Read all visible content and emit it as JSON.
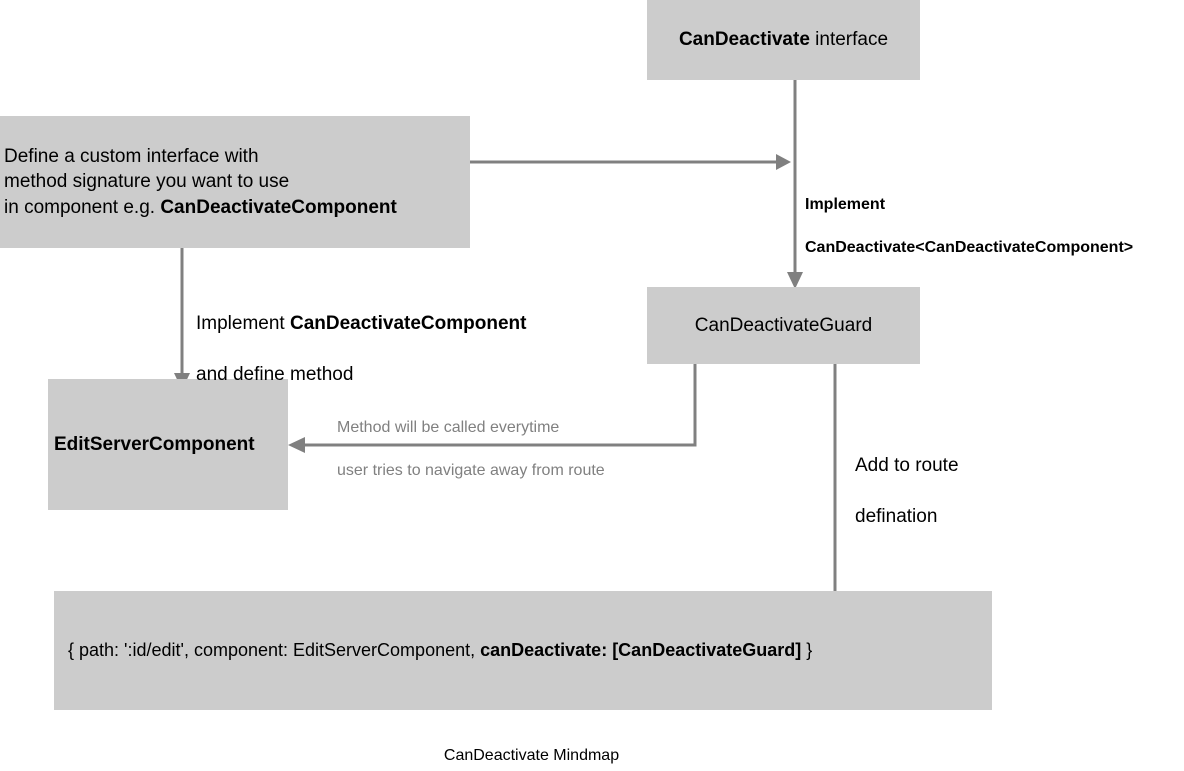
{
  "diagram": {
    "caption": "CanDeactivate Mindmap",
    "background": "#ffffff",
    "node_fill": "#cccccc",
    "connector_color": "#808080",
    "muted_text_color": "#808080",
    "text_color": "#000000",
    "nodes": {
      "interface": {
        "name": "CanDeactivate interface",
        "text_bold": "CanDeactivate",
        "text_normal": " interface"
      },
      "define_custom_interface": {
        "line1": "Define a custom interface with",
        "line2": "method signature you want to use",
        "line3_normal": "in component e.g. ",
        "line3_bold": "CanDeactivateComponent"
      },
      "guard": {
        "label": "CanDeactivateGuard"
      },
      "edit_server_component": {
        "label": "EditServerComponent"
      },
      "route_definition": {
        "normal_prefix": "{ path: ':id/edit', component: EditServerComponent, ",
        "bold_part": "canDeactivate: [CanDeactivateGuard]",
        "normal_suffix": " }"
      }
    },
    "labels": {
      "implement_generic": {
        "line1": "Implement",
        "line2": "CanDeactivate<CanDeactivateComponent>"
      },
      "implement_component": {
        "line1_normal": "Implement ",
        "line1_bold": "CanDeactivateComponent",
        "line2": "and define method"
      },
      "method_note": {
        "line1": "Method will be called everytime",
        "line2": "user tries to navigate away from route"
      },
      "add_to_route": {
        "line1": "Add to route",
        "line2": "defination"
      }
    },
    "connectors": [
      {
        "name": "define-to-implement-line",
        "from": "define_custom_interface",
        "to": "implement_generic_line",
        "style": "arrow-right"
      },
      {
        "name": "interface-to-guard",
        "from": "interface",
        "to": "guard",
        "style": "arrow-down"
      },
      {
        "name": "define-to-editserver",
        "from": "define_custom_interface",
        "to": "edit_server_component",
        "style": "arrow-down"
      },
      {
        "name": "guard-to-editserver",
        "from": "guard",
        "to": "edit_server_component",
        "style": "elbow-arrow-left"
      },
      {
        "name": "guard-to-route",
        "from": "guard",
        "to": "route_definition",
        "style": "arrow-down"
      }
    ]
  }
}
